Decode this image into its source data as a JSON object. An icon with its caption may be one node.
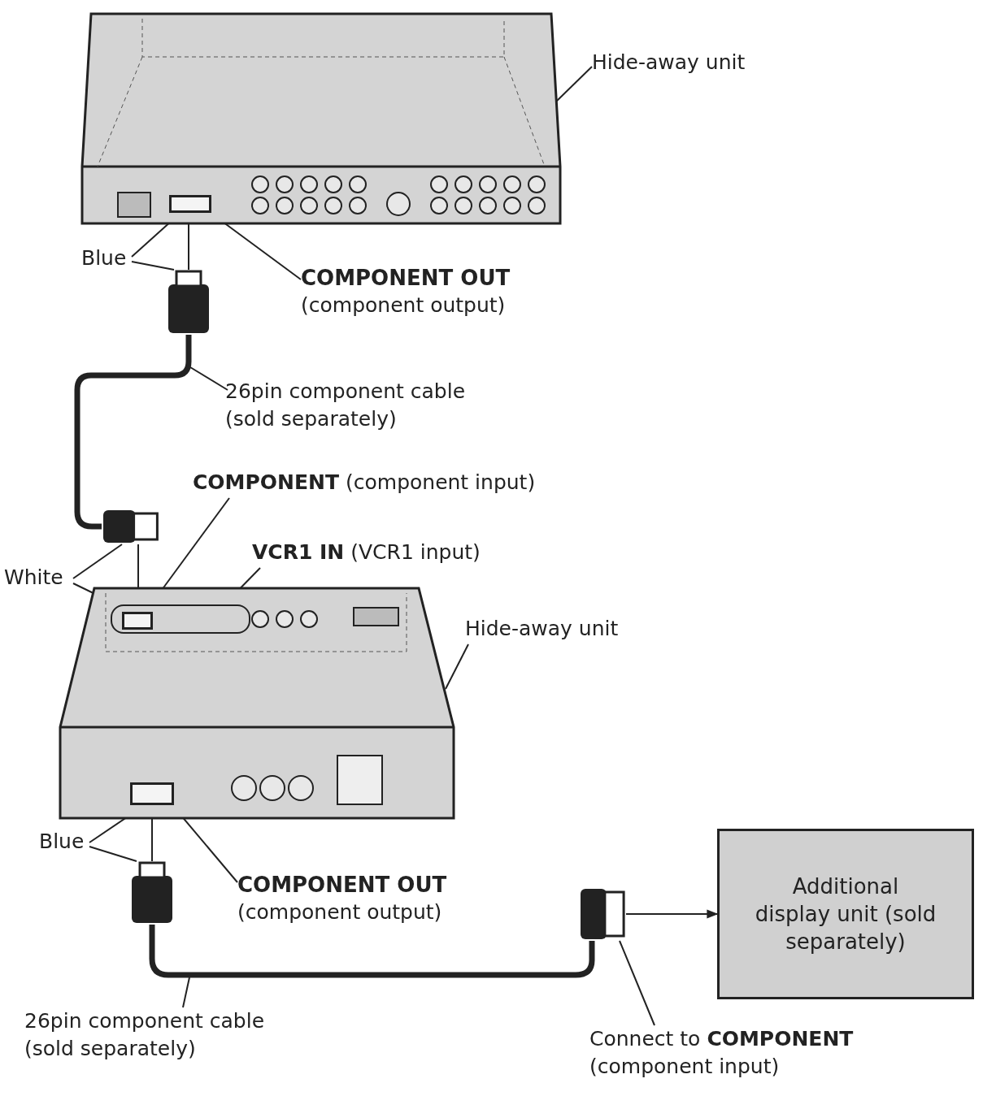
{
  "diagram": {
    "nodes": [
      {
        "text": [],
        "shape": "box"
      },
      {
        "text": [
          "Hide-away unit"
        ]
      },
      {
        "text": [],
        "shape": "box",
        "in": 0
      },
      {
        "text": [],
        "shape": "box"
      },
      {
        "text": [
          "Blue"
        ]
      },
      {
        "text": [
          "COMPONENT OUT",
          "(component output)"
        ]
      },
      {
        "text": [],
        "shape": "box"
      },
      {
        "text": [
          "26pin component cable (sold separately)"
        ]
      },
      {
        "text": [],
        "shape": "box"
      },
      {
        "text": [],
        "shape": "box",
        "in": 8
      },
      {
        "text": [],
        "shape": "box",
        "in": 9
      },
      {
        "text": [
          "White"
        ]
      },
      {
        "text": [
          "**COMPONENT** (component input)"
        ]
      },
      {
        "text": [
          "**VCR1 IN** (VCR1 input)"
        ]
      },
      {
        "text": [
          "Hide-away unit"
        ]
      },
      {
        "text": [],
        "shape": "box",
        "in": 8
      },
      {
        "text": [],
        "shape": "box"
      },
      {
        "text": [
          "Blue"
        ]
      },
      {
        "text": [
          "COMPONENT OUT",
          "(component output)"
        ]
      },
      {
        "text": [],
        "shape": "box"
      },
      {
        "text": [
          "26pin component cable (sold separately)"
        ]
      },
      {
        "text": [
          "Additional display unit (sold separately)"
        ]
      },
      {
        "text": [
          "Connect to **COMPONENT**",
          "(component input)"
        ]
      }
    ],
    "edges": [
      {
        "from": 1,
        "to": 0,
        "arrow": "none"
      },
      {
        "from": 3,
        "to": 2,
        "arrow": "to"
      },
      {
        "from": 4,
        "to": 2,
        "arrow": "none"
      },
      {
        "from": 4,
        "to": 3,
        "arrow": "none"
      },
      {
        "from": 5,
        "to": 2,
        "arrow": "none"
      },
      {
        "from": 3,
        "to": 6,
        "arrow": "none",
        "style": "thick"
      },
      {
        "from": 7,
        "to": null,
        "arrow": "none"
      },
      {
        "from": 6,
        "to": 10,
        "arrow": "to"
      },
      {
        "from": 11,
        "to": 6,
        "arrow": "none"
      },
      {
        "from": 11,
        "to": 10,
        "arrow": "none"
      },
      {
        "from": 12,
        "to": 10,
        "arrow": "none"
      },
      {
        "from": 13,
        "to": 9,
        "arrow": "none"
      },
      {
        "from": 14,
        "to": 8,
        "arrow": "none"
      },
      {
        "from": 16,
        "to": 15,
        "arrow": "to"
      },
      {
        "from": 17,
        "to": 15,
        "arrow": "none"
      },
      {
        "from": 17,
        "to": 16,
        "arrow": "none"
      },
      {
        "from": 18,
        "to": 15,
        "arrow": "none"
      },
      {
        "from": 16,
        "to": 19,
        "arrow": "none",
        "style": "thick"
      },
      {
        "from": 20,
        "to": null,
        "arrow": "none"
      },
      {
        "from": 19,
        "to": 21,
        "arrow": "to"
      },
      {
        "from": 22,
        "to": 19,
        "arrow": "none"
      }
    ]
  }
}
